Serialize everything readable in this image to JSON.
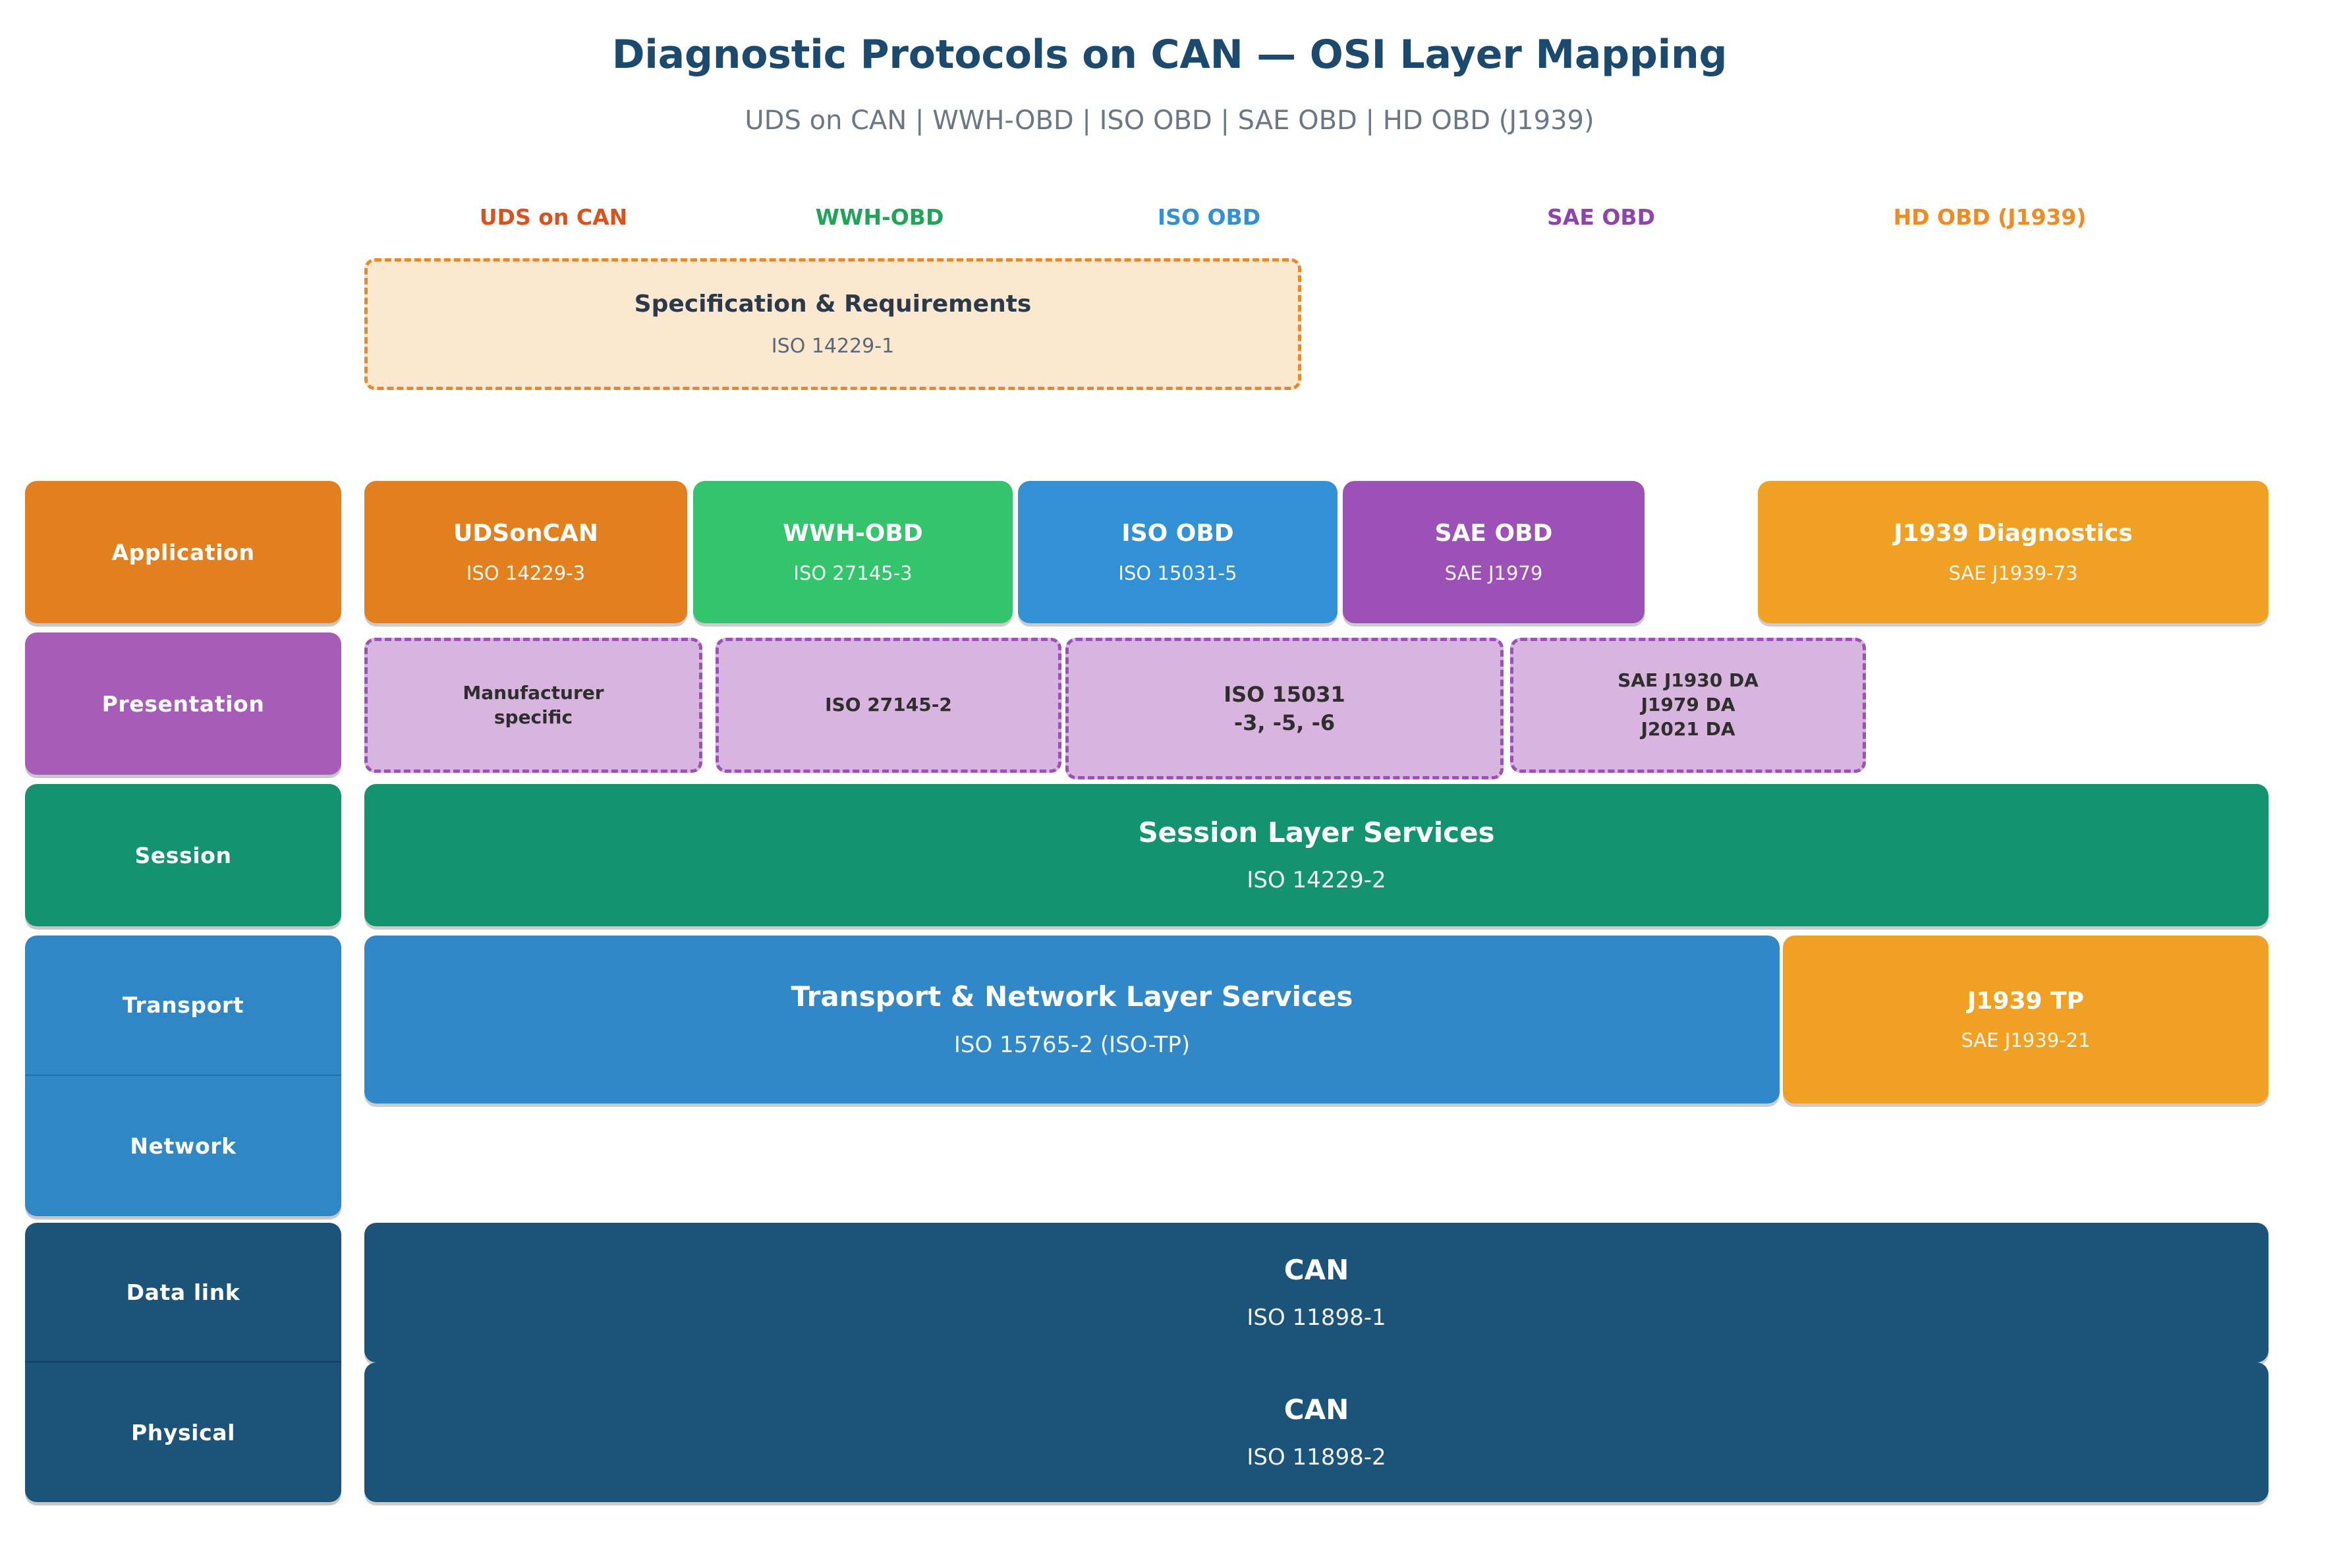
{
  "header": {
    "title": "Diagnostic Protocols on CAN — OSI Layer Mapping",
    "subtitle": "UDS on CAN  |  WWH-OBD  |  ISO OBD  |  SAE OBD  |  HD OBD (J1939)"
  },
  "columns": [
    {
      "label": "UDS on CAN",
      "color": "#d9531e"
    },
    {
      "label": "WWH-OBD",
      "color": "#21a35a"
    },
    {
      "label": "ISO OBD",
      "color": "#3291d4"
    },
    {
      "label": "SAE OBD",
      "color": "#8e44ad"
    },
    {
      "label": "HD OBD (J1939)",
      "color": "#ef8b22"
    }
  ],
  "spec_box": {
    "title": "Specification & Requirements",
    "subtitle": "ISO 14229-1",
    "fill": "#fbe8d0",
    "border": "#e8892b"
  },
  "osi_layers": [
    {
      "label": "Application",
      "color": "#e2801f"
    },
    {
      "label": "Presentation",
      "color": "#a65cb8"
    },
    {
      "label": "Session",
      "color": "#13936f"
    },
    {
      "label": "Transport",
      "color": "#2f87c5"
    },
    {
      "label": "Network",
      "color": "#2f87c5"
    },
    {
      "label": "Data link",
      "color": "#1b5379"
    },
    {
      "label": "Physical",
      "color": "#1b5379"
    }
  ],
  "application_row": [
    {
      "title": "UDSonCAN",
      "subtitle": "ISO 14229-3",
      "color": "#e2801f"
    },
    {
      "title": "WWH-OBD",
      "subtitle": "ISO 27145-3",
      "color": "#33c46c"
    },
    {
      "title": "ISO OBD",
      "subtitle": "ISO 15031-5",
      "color": "#3291d4"
    },
    {
      "title": "SAE OBD",
      "subtitle": "SAE J1979",
      "color": "#9b51b5"
    },
    {
      "title": "J1939 Diagnostics",
      "subtitle": "SAE J1939-73",
      "color": "#f0a022"
    }
  ],
  "presentation_row": [
    {
      "text": "Manufacturer\nspecific"
    },
    {
      "text": "ISO 27145-2"
    },
    {
      "text": "ISO 15031\n-3, -5, -6"
    },
    {
      "text": "SAE J1930 DA\nJ1979 DA\nJ2021 DA"
    }
  ],
  "session_row": {
    "title": "Session Layer Services",
    "subtitle": "ISO 14229-2",
    "color": "#13936f"
  },
  "transport_row": [
    {
      "title": "Transport & Network Layer Services",
      "subtitle": "ISO 15765-2 (ISO-TP)",
      "color": "#3088c8"
    },
    {
      "title": "J1939 TP",
      "subtitle": "SAE J1939-21",
      "color": "#f0a022"
    }
  ],
  "datalink_row": {
    "title": "CAN",
    "subtitle": "ISO 11898-1",
    "color": "#1b5379"
  },
  "physical_row": {
    "title": "CAN",
    "subtitle": "ISO 11898-2",
    "color": "#1b5379"
  }
}
